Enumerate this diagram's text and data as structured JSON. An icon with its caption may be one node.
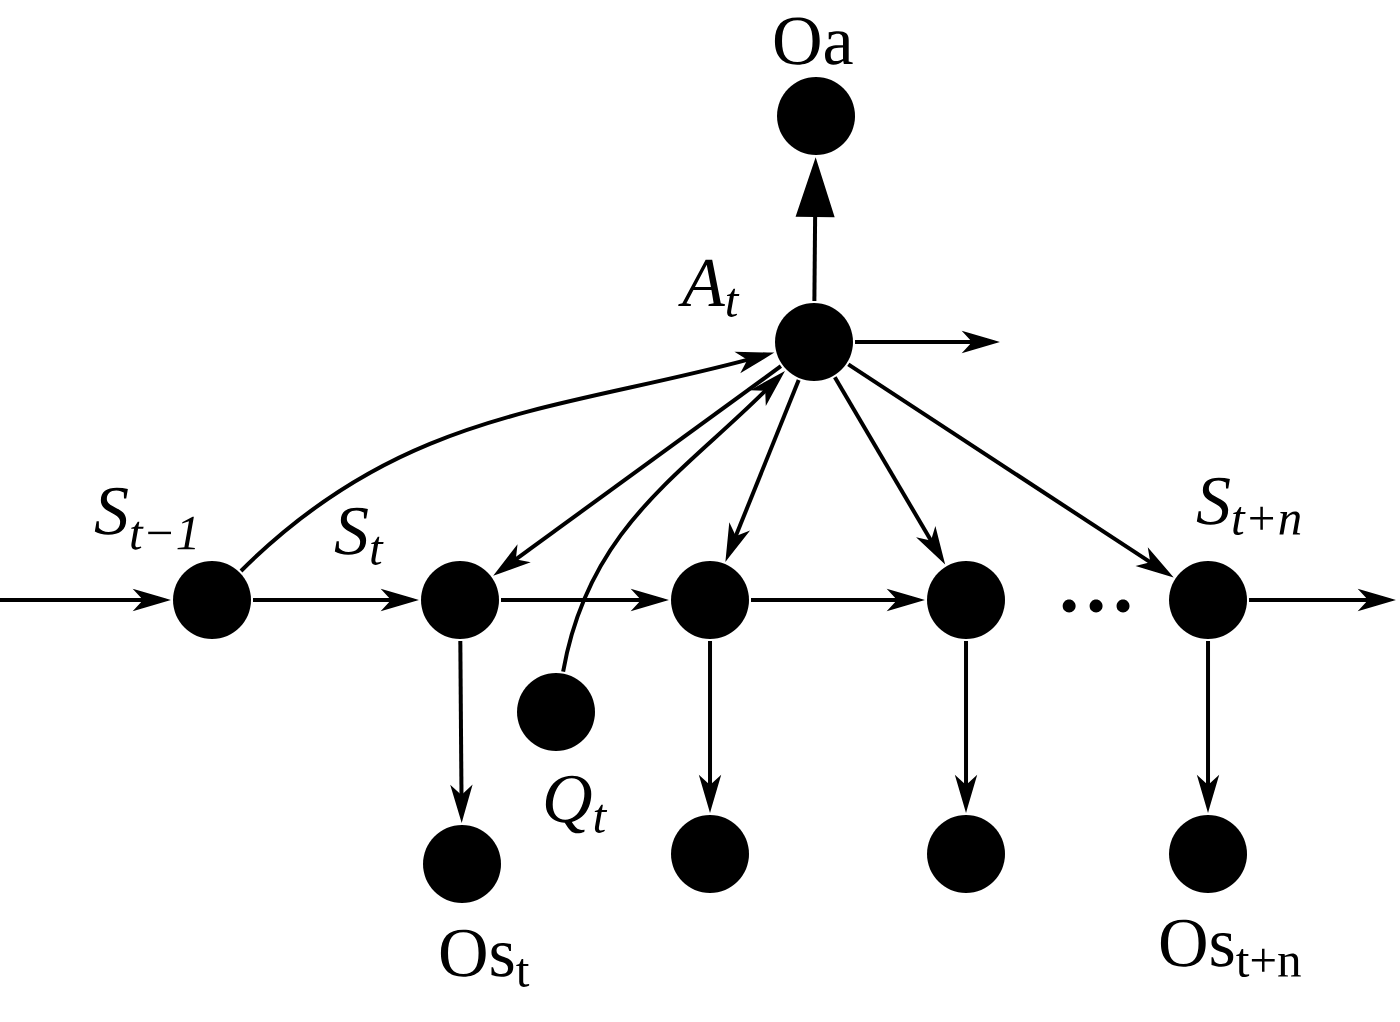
{
  "diagram": {
    "nodes": [
      {
        "text": [],
        "shape": "circle",
        "beside": [
          "Oa"
        ]
      },
      {
        "text": [],
        "shape": "circle",
        "beside": [
          "A$_{t}$"
        ]
      },
      {
        "text": [],
        "shape": "circle",
        "beside": [
          "S$_{t−1}$"
        ]
      },
      {
        "text": [],
        "shape": "circle",
        "beside": [
          "S$_{t}$"
        ]
      },
      {
        "text": [],
        "shape": "circle"
      },
      {
        "text": [],
        "shape": "circle"
      },
      {
        "text": [],
        "shape": "circle",
        "beside": [
          "S$_{t+n}$"
        ]
      },
      {
        "text": [],
        "shape": "circle",
        "beside": [
          "Q$_{t}$"
        ]
      },
      {
        "text": [],
        "shape": "circle",
        "beside": [
          "Os$_{t}$"
        ]
      },
      {
        "text": [],
        "shape": "circle"
      },
      {
        "text": [],
        "shape": "circle"
      },
      {
        "text": [],
        "shape": "circle",
        "beside": [
          "Os$_{t+n}$"
        ]
      }
    ],
    "edges": [
      {
        "from": null,
        "to": 2,
        "arrow": "to"
      },
      {
        "from": 2,
        "to": 3,
        "arrow": "to"
      },
      {
        "from": 3,
        "to": 4,
        "arrow": "to"
      },
      {
        "from": 4,
        "to": 5,
        "arrow": "to"
      },
      {
        "from": 6,
        "to": null,
        "arrow": "to"
      },
      {
        "from": 2,
        "to": 1,
        "arrow": "to"
      },
      {
        "from": 1,
        "to": 3,
        "arrow": "to"
      },
      {
        "from": 7,
        "to": 1,
        "arrow": "to"
      },
      {
        "from": 1,
        "to": 4,
        "arrow": "to"
      },
      {
        "from": 1,
        "to": 5,
        "arrow": "to"
      },
      {
        "from": 1,
        "to": 6,
        "arrow": "to"
      },
      {
        "from": 1,
        "to": 0,
        "arrow": "to"
      },
      {
        "from": 1,
        "to": null,
        "arrow": "to"
      },
      {
        "from": 3,
        "to": 8,
        "arrow": "to"
      },
      {
        "from": 4,
        "to": 9,
        "arrow": "to"
      },
      {
        "from": 5,
        "to": 10,
        "arrow": "to"
      },
      {
        "from": 6,
        "to": 11,
        "arrow": "to"
      }
    ],
    "labels": [
      "…"
    ]
  }
}
